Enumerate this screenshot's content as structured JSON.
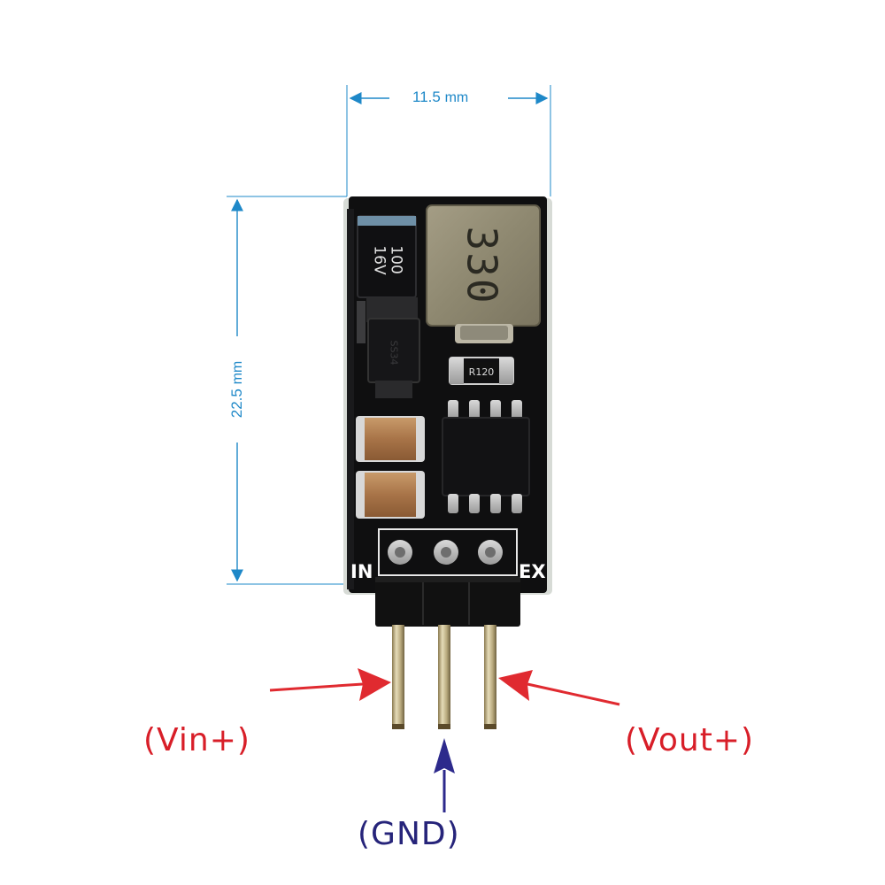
{
  "dimensions": {
    "width_value": "11.5",
    "width_unit": "mm",
    "height_value": "22.5",
    "height_unit": "mm"
  },
  "components": {
    "capacitor_top_line": "100",
    "capacitor_bottom_line": "16V",
    "inductor_marking": "330",
    "diode_marking": "SS34",
    "resistor_marking": "R120"
  },
  "silkscreen": {
    "left": "IN",
    "right": "EX"
  },
  "pins": {
    "left_label": "(Vin+)",
    "middle_label": "(GND)",
    "right_label": "(Vout+)"
  },
  "colors": {
    "dimension_lines": "#1e88c8",
    "vin_label": "#d81e28",
    "gnd_label": "#26247a",
    "vout_label": "#d81e28",
    "arrow_red": "#e02a30",
    "arrow_blue": "#2d2a8c",
    "pcb": "#0f0f10"
  }
}
